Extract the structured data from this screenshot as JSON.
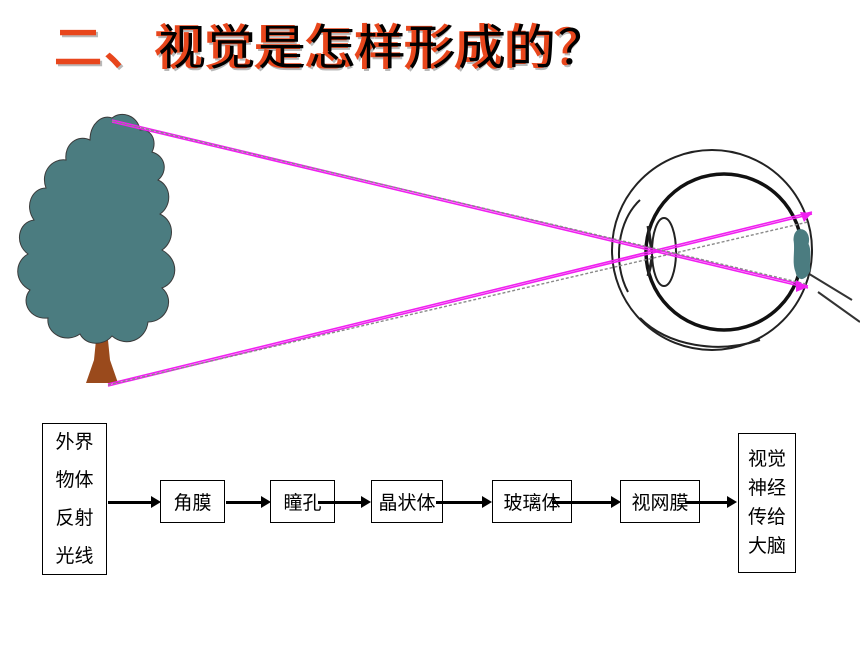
{
  "title": {
    "main": "二、视觉是怎样形成的？",
    "overlay": "视觉是怎样形成的？"
  },
  "colors": {
    "title": "#e8461c",
    "tree_crown": "#4b7c80",
    "tree_trunk": "#9a4a1c",
    "light_ray": "#f020f0",
    "guide_line": "#8a8a8a"
  },
  "flow": [
    {
      "lines": [
        "外界",
        "物体",
        "反射",
        "光线"
      ]
    },
    {
      "lines": [
        "角膜"
      ]
    },
    {
      "lines": [
        "瞳孔"
      ]
    },
    {
      "lines": [
        "晶状体"
      ]
    },
    {
      "lines": [
        "玻璃体"
      ]
    },
    {
      "lines": [
        "视网膜"
      ]
    },
    {
      "lines": [
        "视觉",
        "神经",
        "传给",
        "大脑"
      ]
    }
  ]
}
